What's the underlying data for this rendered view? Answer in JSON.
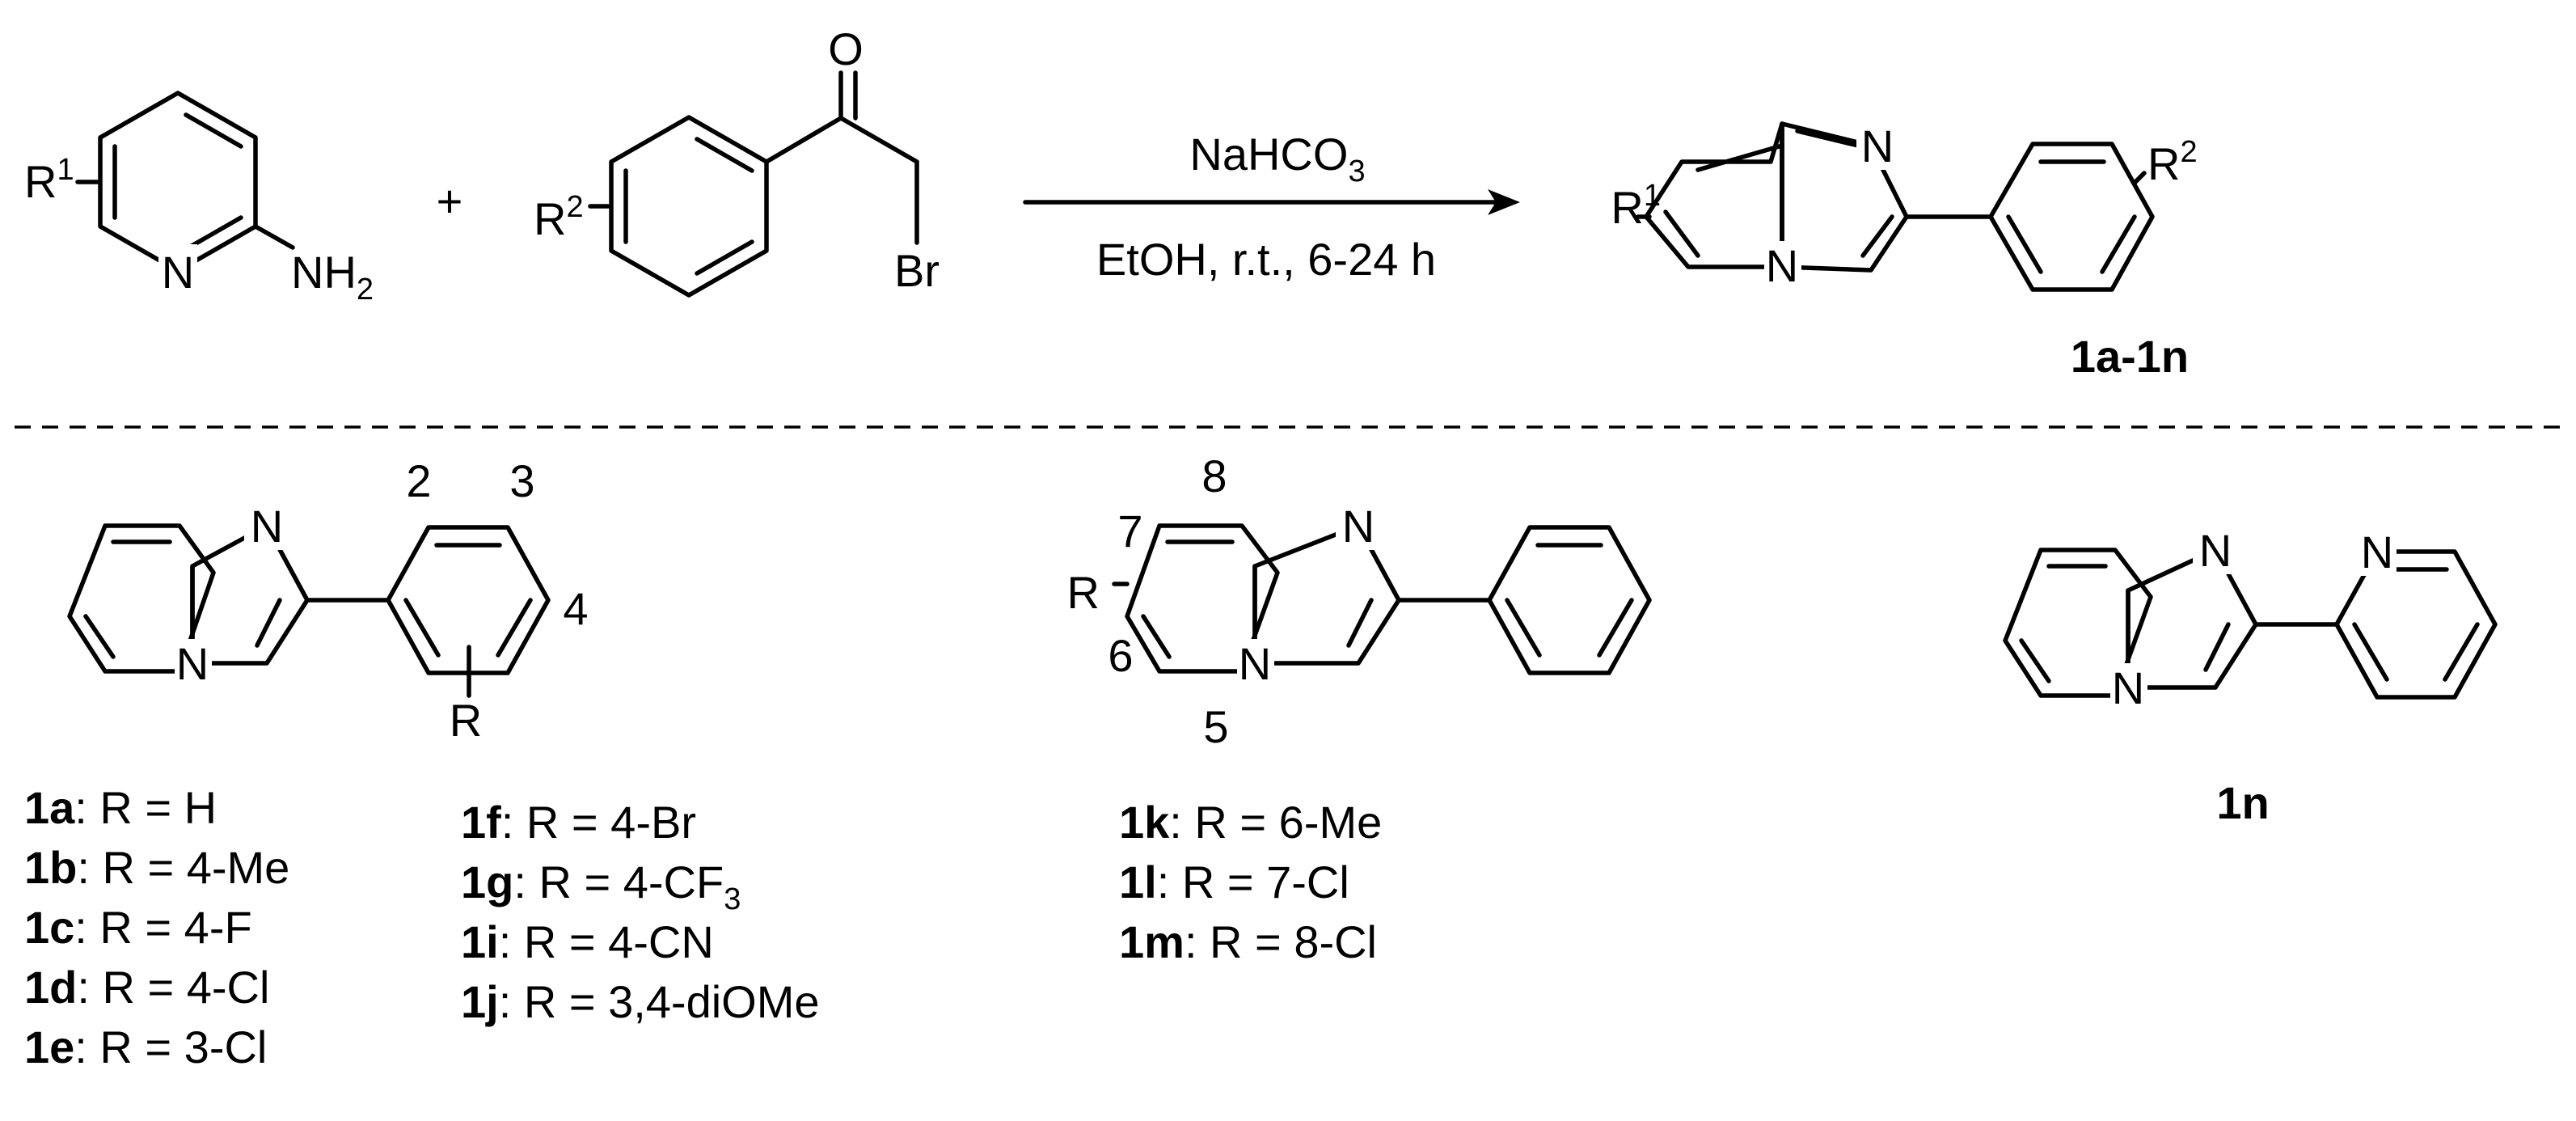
{
  "reaction": {
    "reactant1": {
      "r_label": "R",
      "r_sup": "1",
      "n_label": "N",
      "nh_label": "NH",
      "nh_sub": "2"
    },
    "plus": "+",
    "reactant2": {
      "r_label": "R",
      "r_sup": "2",
      "o_label": "O",
      "br_label": "Br"
    },
    "arrow": {
      "reagent_main": "NaHCO",
      "reagent_sub": "3",
      "conditions": "EtOH, r.t., 6-24 h"
    },
    "product": {
      "r1_label": "R",
      "r1_sup": "1",
      "r2_label": "R",
      "r2_sup": "2",
      "n_label": "N",
      "n_ring_label": "N",
      "compound_id": "1a-1n"
    }
  },
  "series_a": {
    "structure": {
      "n_label": "N",
      "n_ring_label": "N",
      "r_label": "R",
      "pos2": "2",
      "pos3": "3",
      "pos4": "4"
    },
    "list_left": [
      {
        "id": "1a",
        "text": ": R = H"
      },
      {
        "id": "1b",
        "text": ": R = 4-Me"
      },
      {
        "id": "1c",
        "text": ": R = 4-F"
      },
      {
        "id": "1d",
        "text": ": R = 4-Cl"
      },
      {
        "id": "1e",
        "text": ": R = 3-Cl"
      }
    ],
    "list_right": [
      {
        "id": "1f",
        "text": ": R = 4-Br",
        "sub": ""
      },
      {
        "id": "1g",
        "text": ": R = 4-CF",
        "sub": "3"
      },
      {
        "id": "1i",
        "text": ":  R = 4-CN",
        "sub": ""
      },
      {
        "id": "1j",
        "text": ":  R = 3,4-diOMe",
        "sub": ""
      }
    ]
  },
  "series_b": {
    "structure": {
      "n_label": "N",
      "n_ring_label": "N",
      "r_label": "R",
      "pos8": "8",
      "pos7": "7",
      "pos6": "6",
      "pos5": "5"
    },
    "list": [
      {
        "id": "1k",
        "text": ": R = 6-Me"
      },
      {
        "id": "1l",
        "text": ": R = 7-Cl"
      },
      {
        "id": "1m",
        "text": ": R = 8-Cl"
      }
    ]
  },
  "series_c": {
    "structure": {
      "n_label": "N",
      "n_ring_label": "N",
      "pyr_n_label": "N"
    },
    "compound_id": "1n"
  }
}
